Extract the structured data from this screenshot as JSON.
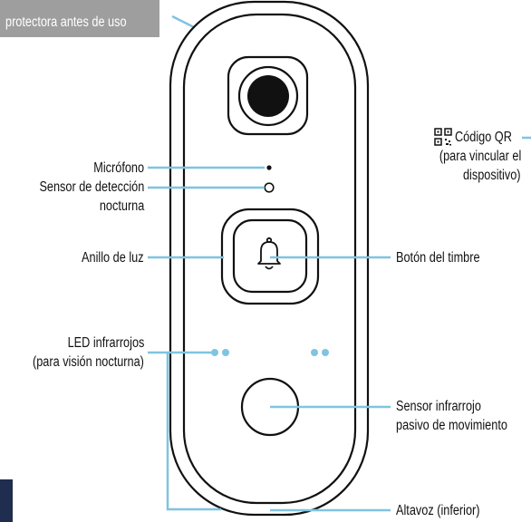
{
  "tag_text": "protectora antes de uso",
  "qr_icon": "qr-code-icon",
  "bell_icon": "bell-icon",
  "colors": {
    "leader": "#7fc4e0",
    "outline": "#111111",
    "tag_bg": "#9e9e9e",
    "corner_block": "#1f2d4e"
  },
  "labels": {
    "microfono": "Micrófono",
    "sensor_noche_1": "Sensor de detección",
    "sensor_noche_2": "nocturna",
    "anillo": "Anillo de luz",
    "led_1": "LED infrarrojos",
    "led_2": "(para visión nocturna)",
    "qr_1": "Código QR",
    "qr_2": "(para vincular el",
    "qr_3": "dispositivo)",
    "boton": "Botón del timbre",
    "pir_1": "Sensor infrarrojo",
    "pir_2": "pasivo de movimiento",
    "altavoz": "Altavoz (inferior)"
  }
}
